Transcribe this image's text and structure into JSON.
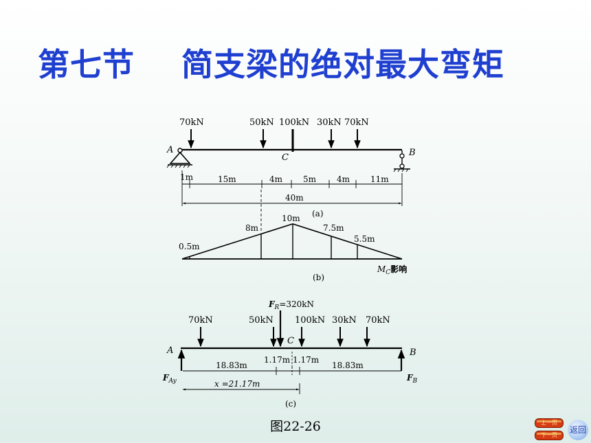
{
  "title": "第七节    简支梁的绝对最大弯矩",
  "figure_a": {
    "loads": [
      "70kN",
      "50kN",
      "100kN",
      "30kN",
      "70kN"
    ],
    "support_left": "A",
    "support_right": "B",
    "point_c": "C",
    "dims": [
      "1m",
      "15m",
      "4m",
      "5m",
      "4m",
      "11m"
    ],
    "total_span": "40m",
    "label": "(a)"
  },
  "figure_b": {
    "ordinates": [
      "0.5m",
      "8m",
      "10m",
      "7.5m",
      "5.5m"
    ],
    "label": "(b)",
    "line_label": "M",
    "line_label_sub": "C",
    "line_label_suffix": "影响"
  },
  "figure_c": {
    "resultant_symbol": "F",
    "resultant_sub": "R",
    "resultant_value": "=320kN",
    "loads": [
      "70kN",
      "50kN",
      "100kN",
      "30kN",
      "70kN"
    ],
    "support_left": "A",
    "support_right": "B",
    "point_c": "C",
    "dims": [
      "18.83m",
      "1.17m",
      "1.17m",
      "18.83m"
    ],
    "x_dim": "x =21.17m",
    "reaction_left": "F",
    "reaction_left_sub": "Ay",
    "reaction_right": "F",
    "reaction_right_sub": "B",
    "label": "(c)"
  },
  "figure_caption": "图22-26",
  "nav": {
    "prev": "上一页",
    "next": "下一页",
    "return": "返回"
  },
  "colors": {
    "title": "#1f3fd0",
    "line": "#000000"
  }
}
